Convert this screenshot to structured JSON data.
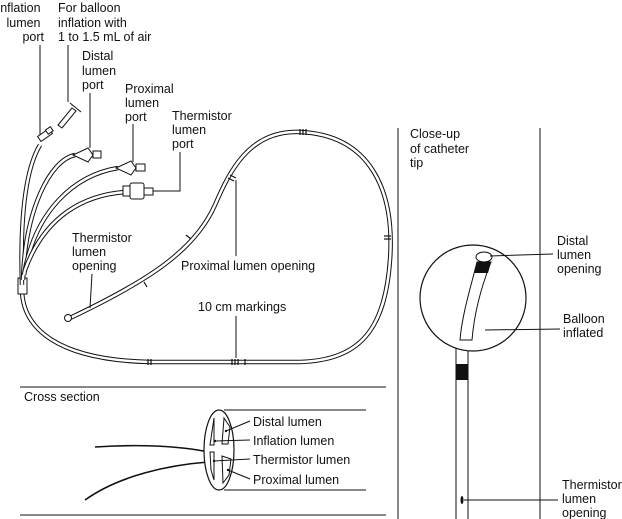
{
  "labels": {
    "inflation_lumen_port": [
      "Inflation",
      "lumen",
      "port"
    ],
    "balloon_inflation": [
      "For balloon",
      "inflation with",
      "1 to 1.5 mL of air"
    ],
    "distal_lumen_port": [
      "Distal",
      "lumen",
      "port"
    ],
    "proximal_lumen_port": [
      "Proximal",
      "lumen",
      "port"
    ],
    "thermistor_lumen_port": [
      "Thermistor",
      "lumen",
      "port"
    ],
    "thermistor_lumen_opening": [
      "Thermistor",
      "lumen",
      "opening"
    ],
    "proximal_lumen_opening": "Proximal lumen opening",
    "ten_cm_markings": "10 cm markings"
  },
  "cross_section": {
    "title": "Cross section",
    "lumens": [
      "Distal lumen",
      "Inflation lumen",
      "Thermistor lumen",
      "Proximal lumen"
    ]
  },
  "closeup": {
    "title": [
      "Close-up",
      "of catheter",
      "tip"
    ],
    "distal_lumen_opening": [
      "Distal",
      "lumen",
      "opening"
    ],
    "balloon_inflated": [
      "Balloon",
      "inflated"
    ],
    "thermistor_lumen_opening": [
      "Thermistor",
      "lumen",
      "opening"
    ]
  }
}
